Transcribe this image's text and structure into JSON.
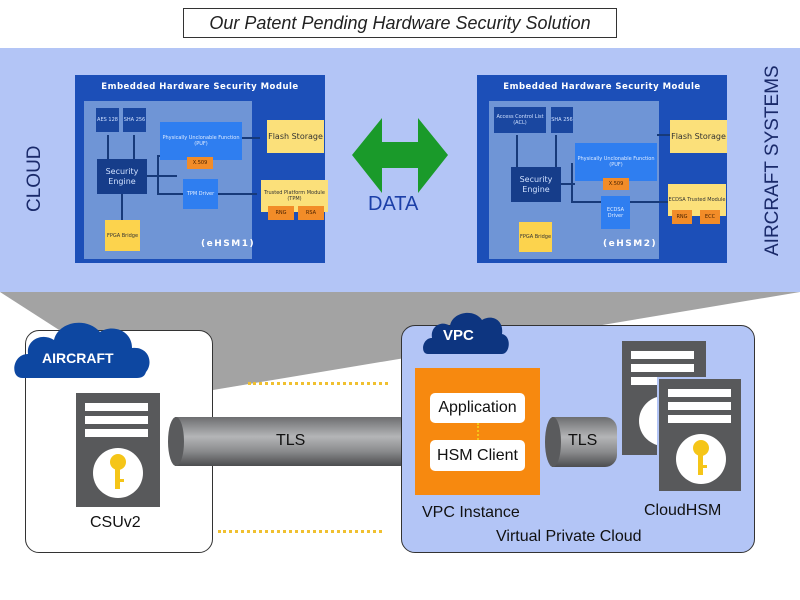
{
  "title": "Our Patent Pending Hardware Security Solution",
  "labels": {
    "cloud": "CLOUD",
    "aircraft_systems": "AIRCRAFT SYSTEMS",
    "data": "DATA"
  },
  "hsm1": {
    "header": "Embedded Hardware Security Module",
    "tag": "(eHSM1)",
    "aes": "AES 128",
    "sha": "SHA 256",
    "puf": "Physically Unclonable Function (PUF)",
    "x509": "X.509",
    "engine": "Security Engine",
    "tpm_driver": "TPM Driver",
    "fpga": "FPGA Bridge",
    "flash": "Flash Storage",
    "tpm": "Trusted Platform Module (TPM)",
    "rng": "RNG",
    "rsa": "RSA"
  },
  "hsm2": {
    "header": "Embedded Hardware Security Module",
    "tag": "(eHSM2)",
    "acl": "Access Control List (ACL)",
    "sha": "SHA 256",
    "puf": "Physically Unclonable Function (PUF)",
    "x509": "X.509",
    "engine": "Security Engine",
    "ecdsa_driver": "ECDSA Driver",
    "fpga": "FPGA Bridge",
    "flash": "Flash Storage",
    "tpm": "ECDSA Trusted Module",
    "rng": "RNG",
    "ecc": "ECC"
  },
  "aircraft": {
    "cloud_label": "AIRCRAFT",
    "device": "CSUv2",
    "tunnel": "TLS"
  },
  "vpc": {
    "cloud_label": "VPC",
    "application": "Application",
    "hsm_client": "HSM Client",
    "instance": "VPC Instance",
    "tunnel": "TLS",
    "cloudhsm": "CloudHSM",
    "caption": "Virtual Private Cloud"
  },
  "colors": {
    "band": "#b3c5f6",
    "arrow": "#1a9a2a",
    "cloud": "#0d47a1",
    "orange": "#f7890f",
    "key": "#f5c518",
    "dots": "#f0c030"
  }
}
